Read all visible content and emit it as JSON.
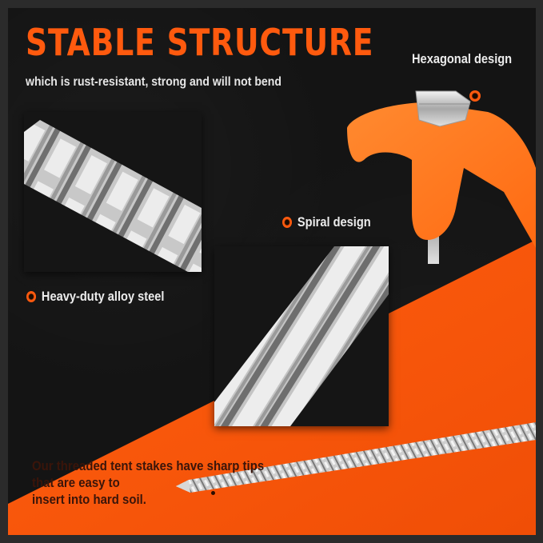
{
  "colors": {
    "border": "#2b2b2b",
    "background_dark": "#141414",
    "accent_orange": "#ff5a0e",
    "handle_orange": "#ff7a22",
    "steel": "#c9c9c9",
    "label_text": "#ececec",
    "desc_text": "#3a150a"
  },
  "header": {
    "title": "STABLE STRUCTURE",
    "subtitle": "which is rust-resistant, strong and will not bend"
  },
  "callouts": [
    {
      "label": "Hexagonal design",
      "icon": "orange-dot-icon"
    },
    {
      "label": "Spiral design",
      "icon": "orange-dot-icon"
    },
    {
      "label": "Heavy-duty alloy steel",
      "icon": "orange-dot-icon"
    }
  ],
  "description": {
    "lines": [
      "Our threaded tent stakes have sharp tips",
      "that are easy to",
      "insert into hard soil."
    ]
  }
}
